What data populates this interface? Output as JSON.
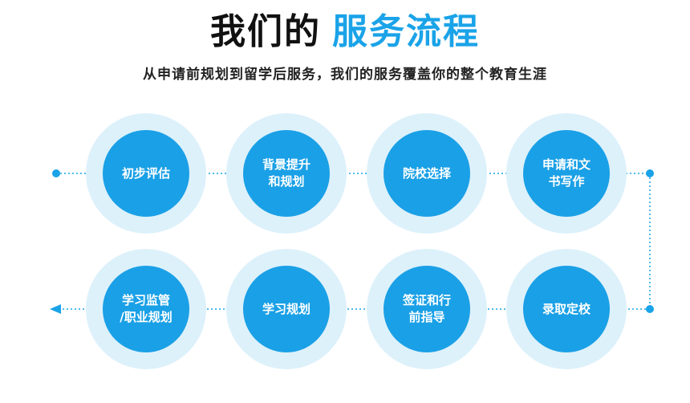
{
  "header": {
    "title_main": "我们的",
    "title_highlight": "服务流程",
    "subtitle": "从申请前规划到留学后服务，我们的服务覆盖你的整个教育生涯"
  },
  "colors": {
    "accent": "#1aa0e6",
    "halo": "#ddf1fb",
    "connector": "#1aa3e8"
  },
  "steps": [
    {
      "label": "初步评估"
    },
    {
      "label": "背景提升\n和规划"
    },
    {
      "label": "院校选择"
    },
    {
      "label": "申请和文\n书写作"
    },
    {
      "label": "录取定校"
    },
    {
      "label": "签证和行\n前指导"
    },
    {
      "label": "学习规划"
    },
    {
      "label": "学习监管\n/职业规划"
    }
  ]
}
